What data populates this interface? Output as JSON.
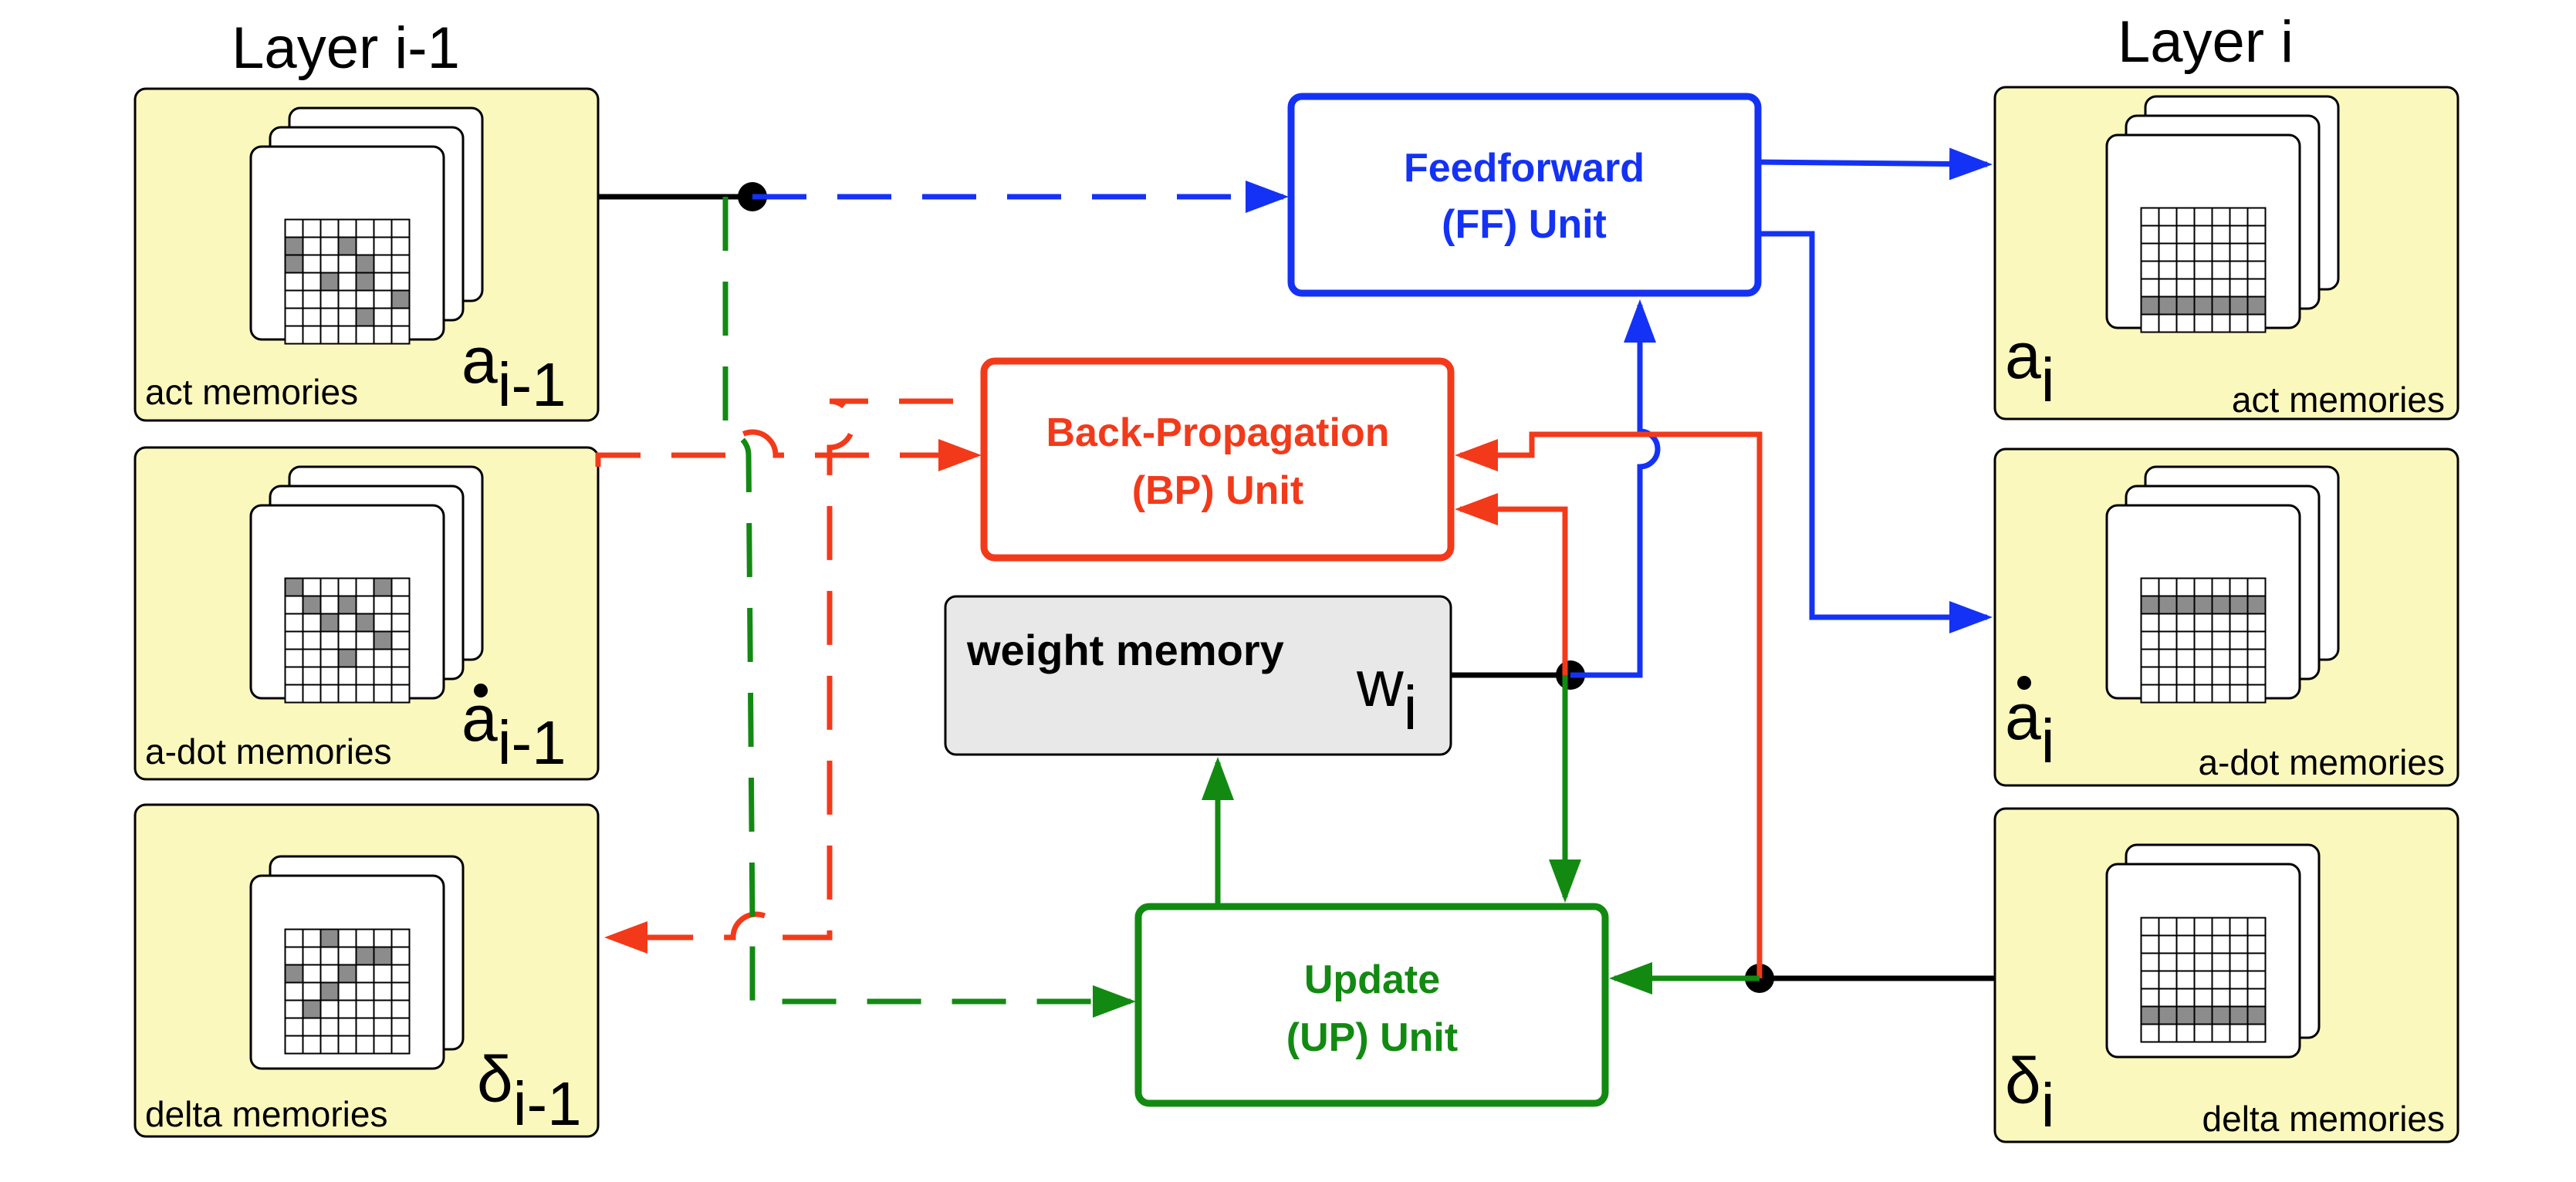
{
  "layers": {
    "left_title": "Layer i-1",
    "right_title": "Layer i"
  },
  "left_memories": [
    {
      "label": "act memories",
      "symbol": "a",
      "subscript": "i-1",
      "dot": false,
      "stack": 3
    },
    {
      "label": "a-dot memories",
      "symbol": "a",
      "subscript": "i-1",
      "dot": true,
      "stack": 3
    },
    {
      "label": "delta memories",
      "symbol": "δ",
      "subscript": "i-1",
      "dot": false,
      "stack": 2
    }
  ],
  "right_memories": [
    {
      "label": "act memories",
      "symbol": "a",
      "subscript": "i",
      "dot": false,
      "stack": 3
    },
    {
      "label": "a-dot memories",
      "symbol": "a",
      "subscript": "i",
      "dot": true,
      "stack": 3
    },
    {
      "label": "delta memories",
      "symbol": "δ",
      "subscript": "i",
      "dot": false,
      "stack": 2
    }
  ],
  "units": {
    "ff": {
      "line1": "Feedforward",
      "line2": "(FF) Unit",
      "color": "#1432f5"
    },
    "bp": {
      "line1": "Back-Propagation",
      "line2": "(BP) Unit",
      "color": "#f23a1a"
    },
    "up": {
      "line1": "Update",
      "line2": "(UP) Unit",
      "color": "#128a12"
    }
  },
  "weight_memory": {
    "label": "weight memory",
    "symbol": "w",
    "subscript": "i"
  },
  "colors": {
    "memory_fill": "#fbf8bd",
    "weight_fill": "#e8e8e8",
    "cell_filled": "#8c8c8c",
    "wire": "#000000"
  }
}
